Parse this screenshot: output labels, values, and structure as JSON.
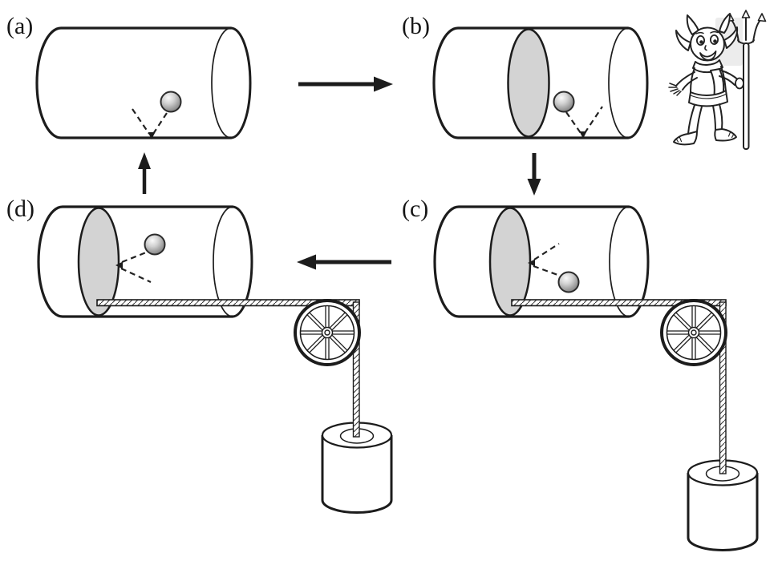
{
  "panels": {
    "a": {
      "label": "(a)"
    },
    "b": {
      "label": "(b)"
    },
    "c": {
      "label": "(c)"
    },
    "d": {
      "label": "(d)"
    }
  },
  "icons": {
    "demon": "maxwell-demon-figure",
    "trident": "trident-icon",
    "molecule": "gas-molecule-ball-icon",
    "partition": "piston-partition-icon",
    "pulley": "pulley-wheel-icon",
    "weight": "hanging-weight-icon",
    "trajectory": "dashed-bounce-trajectory",
    "cycle_arrows": [
      "arrow-a-to-b-right",
      "arrow-b-to-c-down",
      "arrow-c-to-d-left",
      "arrow-d-to-a-up"
    ]
  },
  "colors": {
    "line": "#1c1c1c",
    "partition_fill": "#d3d3d3",
    "demon_shade": "#ececec",
    "background": "#ffffff",
    "ball_light": "#f7f7f7",
    "ball_dark": "#7e7e7e"
  }
}
